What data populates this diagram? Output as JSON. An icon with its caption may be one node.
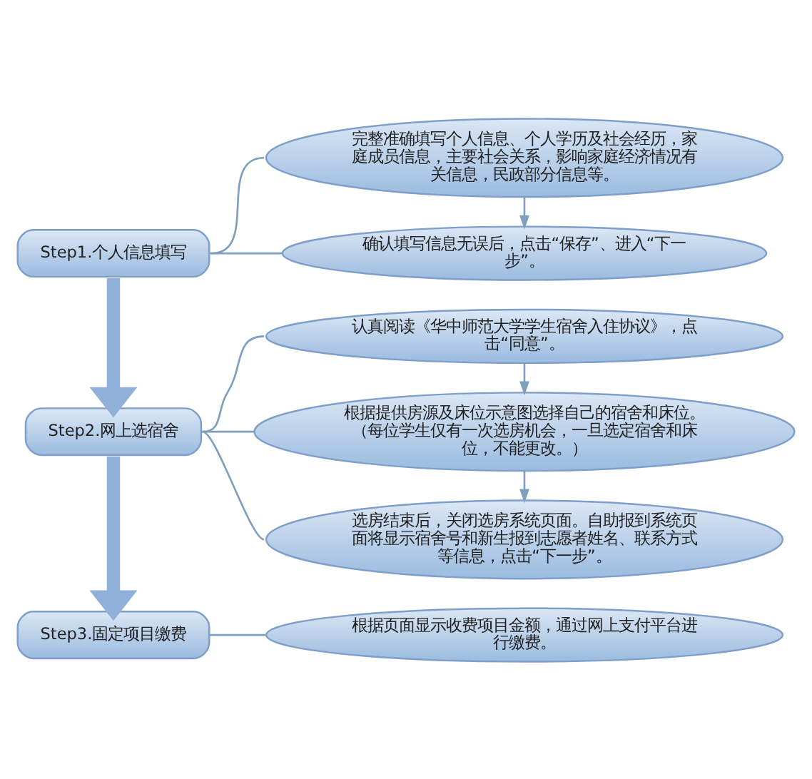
{
  "diagram": {
    "nodes": [
      {
        "text": [
          "Step1.个人信息填写"
        ]
      },
      {
        "text": [
          "完整准确填写个人信息、个人学历及社会经历，家庭成员信息，主要社会关系，影响家庭经济情况有关信息，民政部分信息等。"
        ]
      },
      {
        "text": [
          "确认填写信息无误后，点击“保存”、进入“下一步”。"
        ]
      },
      {
        "text": [
          "Step2.网上选宿舍"
        ]
      },
      {
        "text": [
          "认真阅读《华中师范大学学生宿舍入住协议》，点击“同意”。"
        ]
      },
      {
        "text": [
          "根据提供房源及床位示意图选择自己的宿舍和床位。（每位学生仅有一次选房机会，一旦选定宿舍和床位，不能更改。）"
        ]
      },
      {
        "text": [
          "选房结束后，关闭选房系统页面。自助报到系统页面将显示宿舍号和新生报到志愿者姓名、联系方式等信息，点击“下一步”。"
        ]
      },
      {
        "text": [
          "Step3.固定项目缴费"
        ]
      },
      {
        "text": [
          "根据页面显示收费项目金额，通过网上支付平台进行缴费。"
        ]
      }
    ],
    "edges": [
      {
        "from": 0,
        "to": 1,
        "arrow": "none"
      },
      {
        "from": 0,
        "to": 2,
        "arrow": "none"
      },
      {
        "from": 1,
        "to": 2,
        "arrow": "to"
      },
      {
        "from": 0,
        "to": 3,
        "arrow": "to",
        "style": "thick"
      },
      {
        "from": 3,
        "to": 4,
        "arrow": "none"
      },
      {
        "from": 3,
        "to": 5,
        "arrow": "none"
      },
      {
        "from": 3,
        "to": 6,
        "arrow": "none"
      },
      {
        "from": 4,
        "to": 5,
        "arrow": "to"
      },
      {
        "from": 5,
        "to": 6,
        "arrow": "to"
      },
      {
        "from": 3,
        "to": 7,
        "arrow": "to",
        "style": "thick"
      },
      {
        "from": 7,
        "to": 8,
        "arrow": "none"
      }
    ]
  }
}
